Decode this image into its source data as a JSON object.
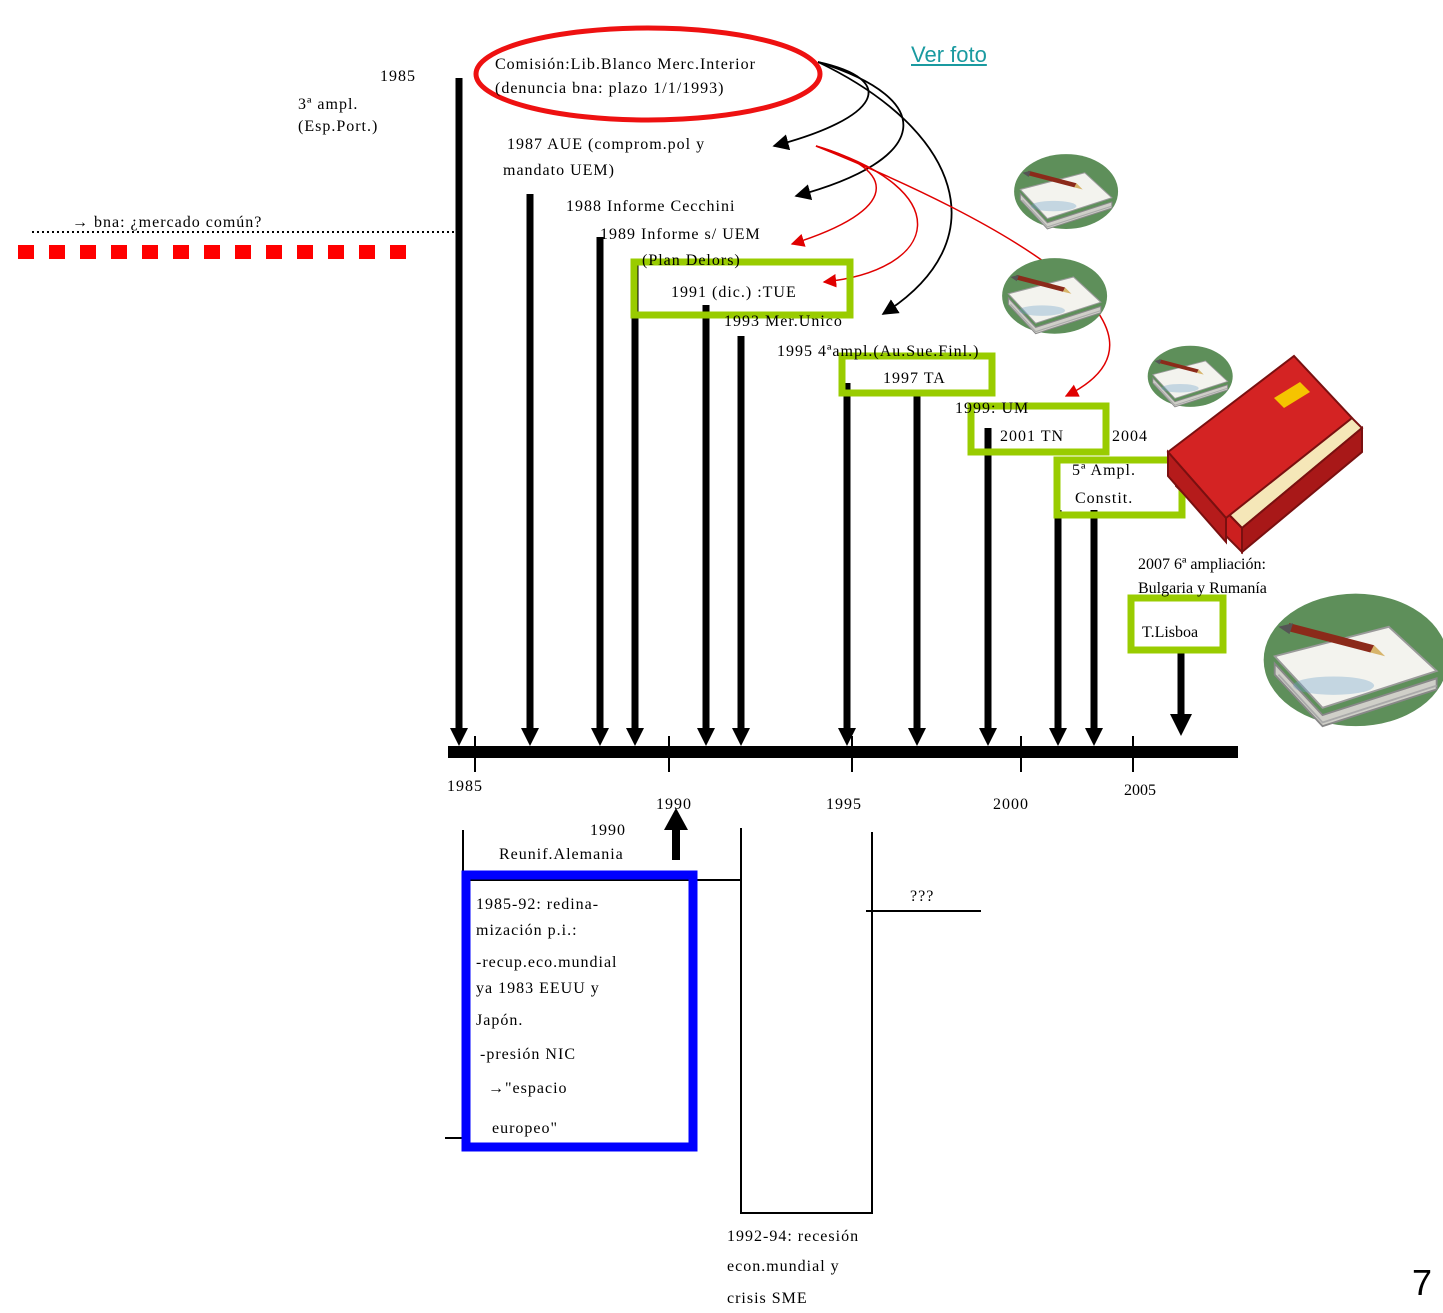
{
  "link": {
    "label": "Ver foto"
  },
  "page_number": "7",
  "left_notes": {
    "year": "1985",
    "ampl_line1": "3ª ampl.",
    "ampl_line2": "(Esp.Port.)",
    "bna": "→ bna: ¿mercado común?"
  },
  "top_events": {
    "comision_line1": "Comisión:Lib.Blanco Merc.Interior",
    "comision_line2": "(denuncia bna: plazo 1/1/1993)",
    "aue_line1": "1987 AUE (comprom.pol y",
    "aue_line2": "mandato UEM)",
    "cecchini": "1988 Informe Cecchini",
    "uem_line1": "1989 Informe s/ UEM",
    "uem_line2": "(Plan Delors)",
    "tue": "1991 (dic.) :TUE",
    "mer_unico": "1993 Mer.Unico",
    "ampl4": "1995 4ªampl.(Au.Sue.Finl.)",
    "ta": "1997  TA",
    "um": "1999: UM",
    "tn": "2001 TN",
    "y2004": "2004",
    "ampl5": "5ª Ampl.",
    "constit": "Constit.",
    "ampl6_line1": "2007 6ª ampliación:",
    "ampl6_line2": "Bulgaria y Rumanía",
    "lisboa": "T.Lisboa"
  },
  "axis": {
    "ticks": [
      "1985",
      "1990",
      "1995",
      "2000",
      "2005"
    ]
  },
  "bottom": {
    "reunif_year": "1990",
    "reunif_label": "Reunif.Alemania",
    "box_lines": [
      "1985-92: redina-",
      "mización p.i.:",
      "-recup.eco.mundial",
      "ya 1983 EEUU y",
      "Japón.",
      "-presión NIC",
      "→\"espacio",
      "europeo\""
    ],
    "question": "???",
    "recession_lines": [
      "1992-94: recesión",
      "econ.mundial y",
      "crisis SME"
    ]
  },
  "colors": {
    "green_box": "#99cc00",
    "blue_box": "#0000ff",
    "red_dash": "#ff0000",
    "red_ellipse": "#ee1111",
    "book_red": "#cc1f1f",
    "link": "#1a9aa0"
  },
  "icons": [
    "notepad-pen-icon",
    "red-book-icon"
  ]
}
